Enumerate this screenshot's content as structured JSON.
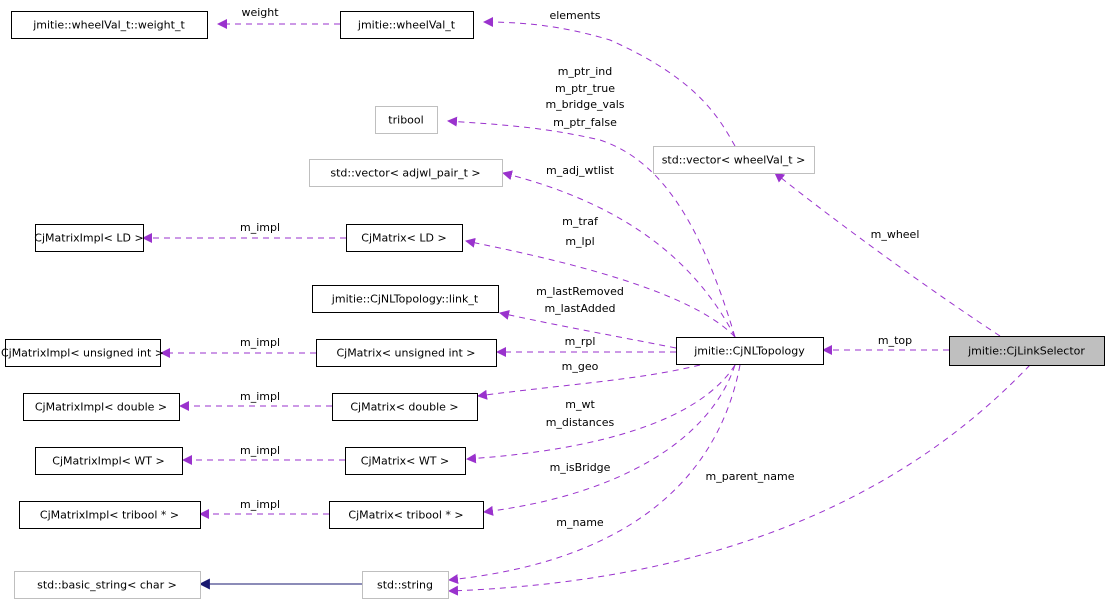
{
  "diagram": {
    "type": "doxygen-collaboration-graph",
    "colors": {
      "usage_edge": "#9a32cd",
      "inheritance_edge": "#191970",
      "focus_node_fill": "#bfbfbf",
      "documented_border": "#000000",
      "undocumented_border": "#bfbfbf"
    },
    "nodes": [
      {
        "id": "weight_t",
        "label": "jmitie::wheelVal_t::weight_t",
        "style": "documented"
      },
      {
        "id": "wheelVal_t",
        "label": "jmitie::wheelVal_t",
        "style": "documented"
      },
      {
        "id": "tribool",
        "label": "tribool",
        "style": "external"
      },
      {
        "id": "vec_wheel",
        "label": "std::vector< wheelVal_t >",
        "style": "external"
      },
      {
        "id": "vec_adj",
        "label": "std::vector< adjwl_pair_t >",
        "style": "external"
      },
      {
        "id": "impl_ld",
        "label": "CjMatrixImpl< LD >",
        "style": "documented"
      },
      {
        "id": "mat_ld",
        "label": "CjMatrix< LD >",
        "style": "documented"
      },
      {
        "id": "link_t",
        "label": "jmitie::CjNLTopology::link_t",
        "style": "documented"
      },
      {
        "id": "impl_uint",
        "label": "CjMatrixImpl< unsigned int >",
        "style": "documented"
      },
      {
        "id": "mat_uint",
        "label": "CjMatrix< unsigned int >",
        "style": "documented"
      },
      {
        "id": "topology",
        "label": "jmitie::CjNLTopology",
        "style": "documented"
      },
      {
        "id": "selector",
        "label": "jmitie::CjLinkSelector",
        "style": "focus"
      },
      {
        "id": "impl_double",
        "label": "CjMatrixImpl< double >",
        "style": "documented"
      },
      {
        "id": "mat_double",
        "label": "CjMatrix< double >",
        "style": "documented"
      },
      {
        "id": "impl_wt",
        "label": "CjMatrixImpl< WT >",
        "style": "documented"
      },
      {
        "id": "mat_wt",
        "label": "CjMatrix< WT >",
        "style": "documented"
      },
      {
        "id": "impl_tb",
        "label": "CjMatrixImpl< tribool * >",
        "style": "documented"
      },
      {
        "id": "mat_tb",
        "label": "CjMatrix< tribool * >",
        "style": "documented"
      },
      {
        "id": "basic_string",
        "label": "std::basic_string< char >",
        "style": "external"
      },
      {
        "id": "string",
        "label": "std::string",
        "style": "external"
      }
    ],
    "edges": [
      {
        "from": "wheelVal_t",
        "to": "weight_t",
        "kind": "usage",
        "labels": [
          "weight"
        ]
      },
      {
        "from": "vec_wheel",
        "to": "wheelVal_t",
        "kind": "usage",
        "labels": [
          "elements"
        ]
      },
      {
        "from": "topology",
        "to": "tribool",
        "kind": "usage",
        "labels": [
          "m_ptr_ind",
          "m_ptr_true",
          "m_bridge_vals",
          "m_ptr_false"
        ]
      },
      {
        "from": "selector",
        "to": "vec_wheel",
        "kind": "usage",
        "labels": [
          "m_wheel"
        ]
      },
      {
        "from": "topology",
        "to": "vec_adj",
        "kind": "usage",
        "labels": [
          "m_adj_wtlist"
        ]
      },
      {
        "from": "mat_ld",
        "to": "impl_ld",
        "kind": "usage",
        "labels": [
          "m_impl"
        ]
      },
      {
        "from": "topology",
        "to": "mat_ld",
        "kind": "usage",
        "labels": [
          "m_traf",
          "m_lpl"
        ]
      },
      {
        "from": "topology",
        "to": "link_t",
        "kind": "usage",
        "labels": [
          "m_lastRemoved",
          "m_lastAdded"
        ]
      },
      {
        "from": "mat_uint",
        "to": "impl_uint",
        "kind": "usage",
        "labels": [
          "m_impl"
        ]
      },
      {
        "from": "topology",
        "to": "mat_uint",
        "kind": "usage",
        "labels": [
          "m_rpl"
        ]
      },
      {
        "from": "selector",
        "to": "topology",
        "kind": "usage",
        "labels": [
          "m_top"
        ]
      },
      {
        "from": "mat_double",
        "to": "impl_double",
        "kind": "usage",
        "labels": [
          "m_impl"
        ]
      },
      {
        "from": "topology",
        "to": "mat_double",
        "kind": "usage",
        "labels": [
          "m_geo"
        ]
      },
      {
        "from": "mat_wt",
        "to": "impl_wt",
        "kind": "usage",
        "labels": [
          "m_impl"
        ]
      },
      {
        "from": "topology",
        "to": "mat_wt",
        "kind": "usage",
        "labels": [
          "m_wt",
          "m_distances"
        ]
      },
      {
        "from": "mat_tb",
        "to": "impl_tb",
        "kind": "usage",
        "labels": [
          "m_impl"
        ]
      },
      {
        "from": "topology",
        "to": "mat_tb",
        "kind": "usage",
        "labels": [
          "m_isBridge"
        ]
      },
      {
        "from": "string",
        "to": "basic_string",
        "kind": "inheritance",
        "labels": []
      },
      {
        "from": "topology",
        "to": "string",
        "kind": "usage",
        "labels": [
          "m_name"
        ]
      },
      {
        "from": "selector",
        "to": "string",
        "kind": "usage",
        "labels": [
          "m_parent_name"
        ]
      }
    ]
  }
}
